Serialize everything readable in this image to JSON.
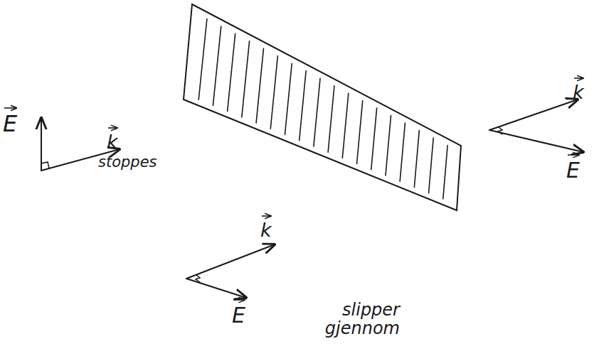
{
  "diagram": {
    "labels": [
      "E",
      "k",
      "stoppes",
      "k",
      "E",
      "k",
      "E",
      "slipper gjennom"
    ]
  }
}
